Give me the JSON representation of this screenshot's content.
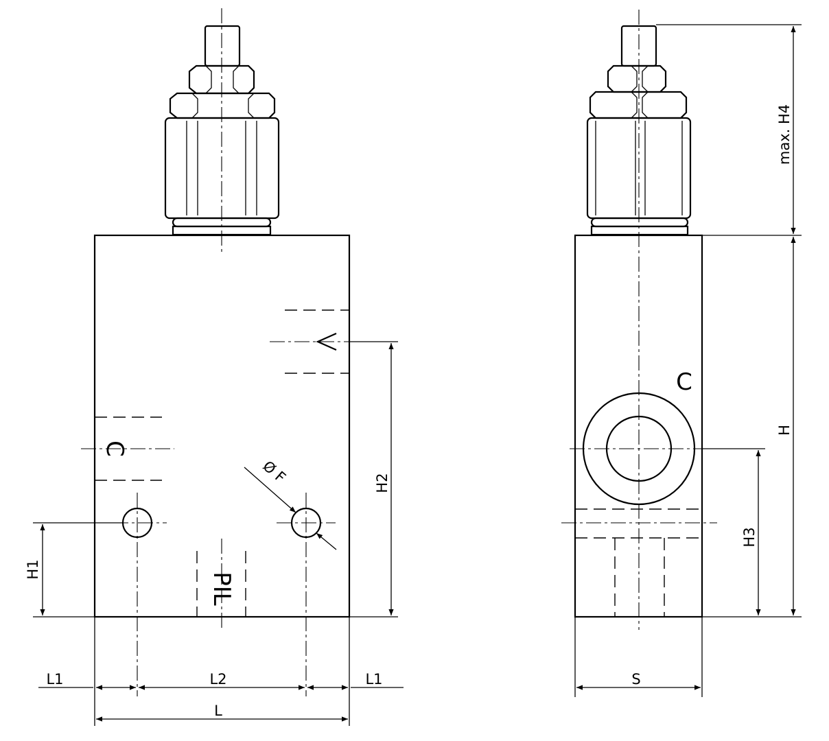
{
  "labels": {
    "L1_left": "L1",
    "L2": "L2",
    "L1_right": "L1",
    "L": "L",
    "H1": "H1",
    "H2": "H2",
    "PIL": "PIL",
    "C_side": "C",
    "phi_F": "Ø F",
    "S": "S",
    "H3": "H3",
    "H": "H",
    "H4": "max. H4",
    "C_port": "C"
  }
}
